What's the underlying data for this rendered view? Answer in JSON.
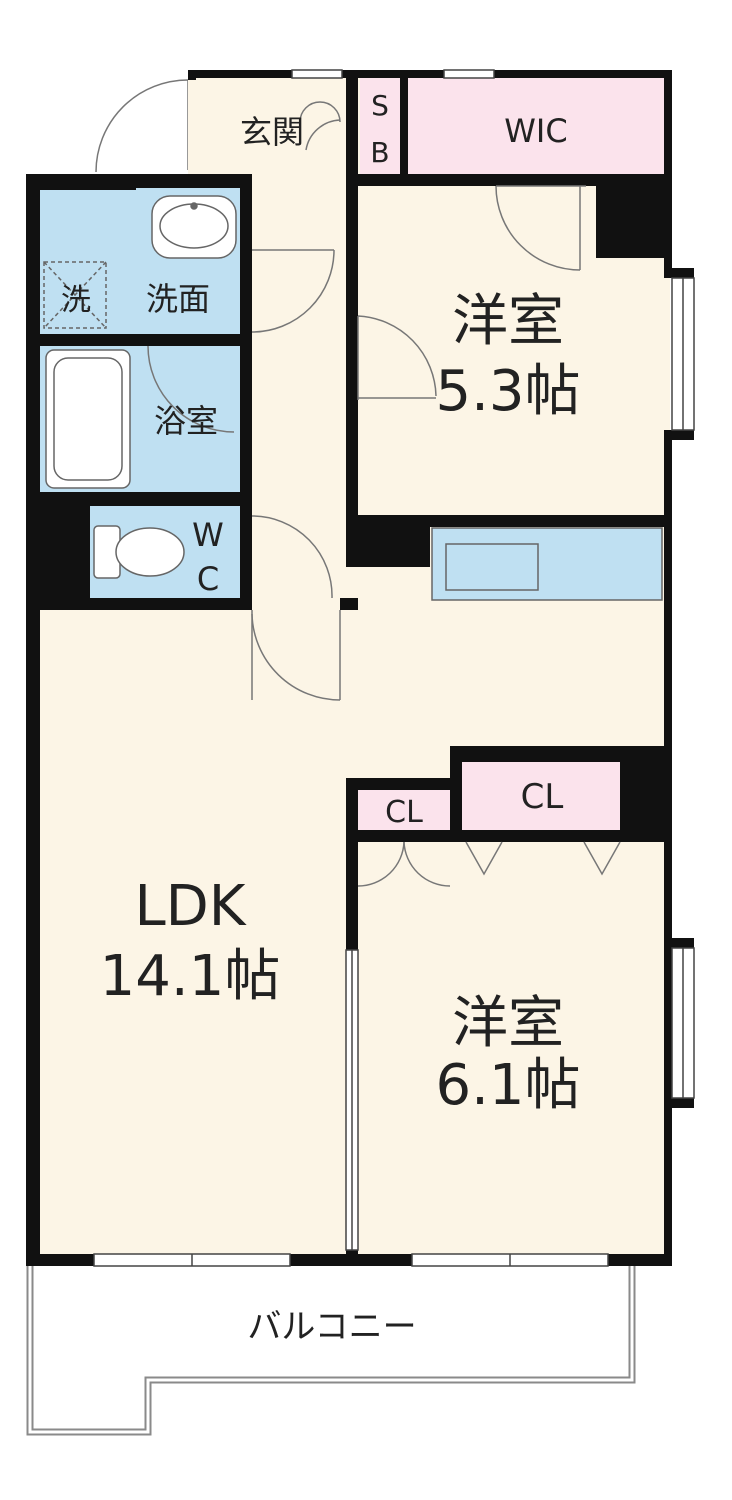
{
  "colors": {
    "wall": "#111111",
    "floor": "#fcf5e6",
    "wet": "#bfe0f2",
    "closet": "#fbe3ec",
    "line": "#8a8a8a",
    "text": "#222222"
  },
  "rooms": {
    "genkan": "玄関",
    "sb_s": "S",
    "sb_b": "B",
    "wic": "WIC",
    "laundry": "洗",
    "washroom": "洗面",
    "bathroom": "浴室",
    "wc_w": "W",
    "wc_c": "C",
    "bedroom1_name": "洋室",
    "bedroom1_size": "5.3帖",
    "ldk_name": "LDK",
    "ldk_size": "14.1帖",
    "cl_small": "CL",
    "cl_large": "CL",
    "bedroom2_name": "洋室",
    "bedroom2_size": "6.1帖",
    "balcony": "バルコニー"
  },
  "icons": {
    "sink": "washbasin-icon",
    "tub": "bathtub-icon",
    "toilet": "toilet-icon",
    "kitchen": "kitchen-counter-icon",
    "washer": "washing-machine-space-icon"
  }
}
